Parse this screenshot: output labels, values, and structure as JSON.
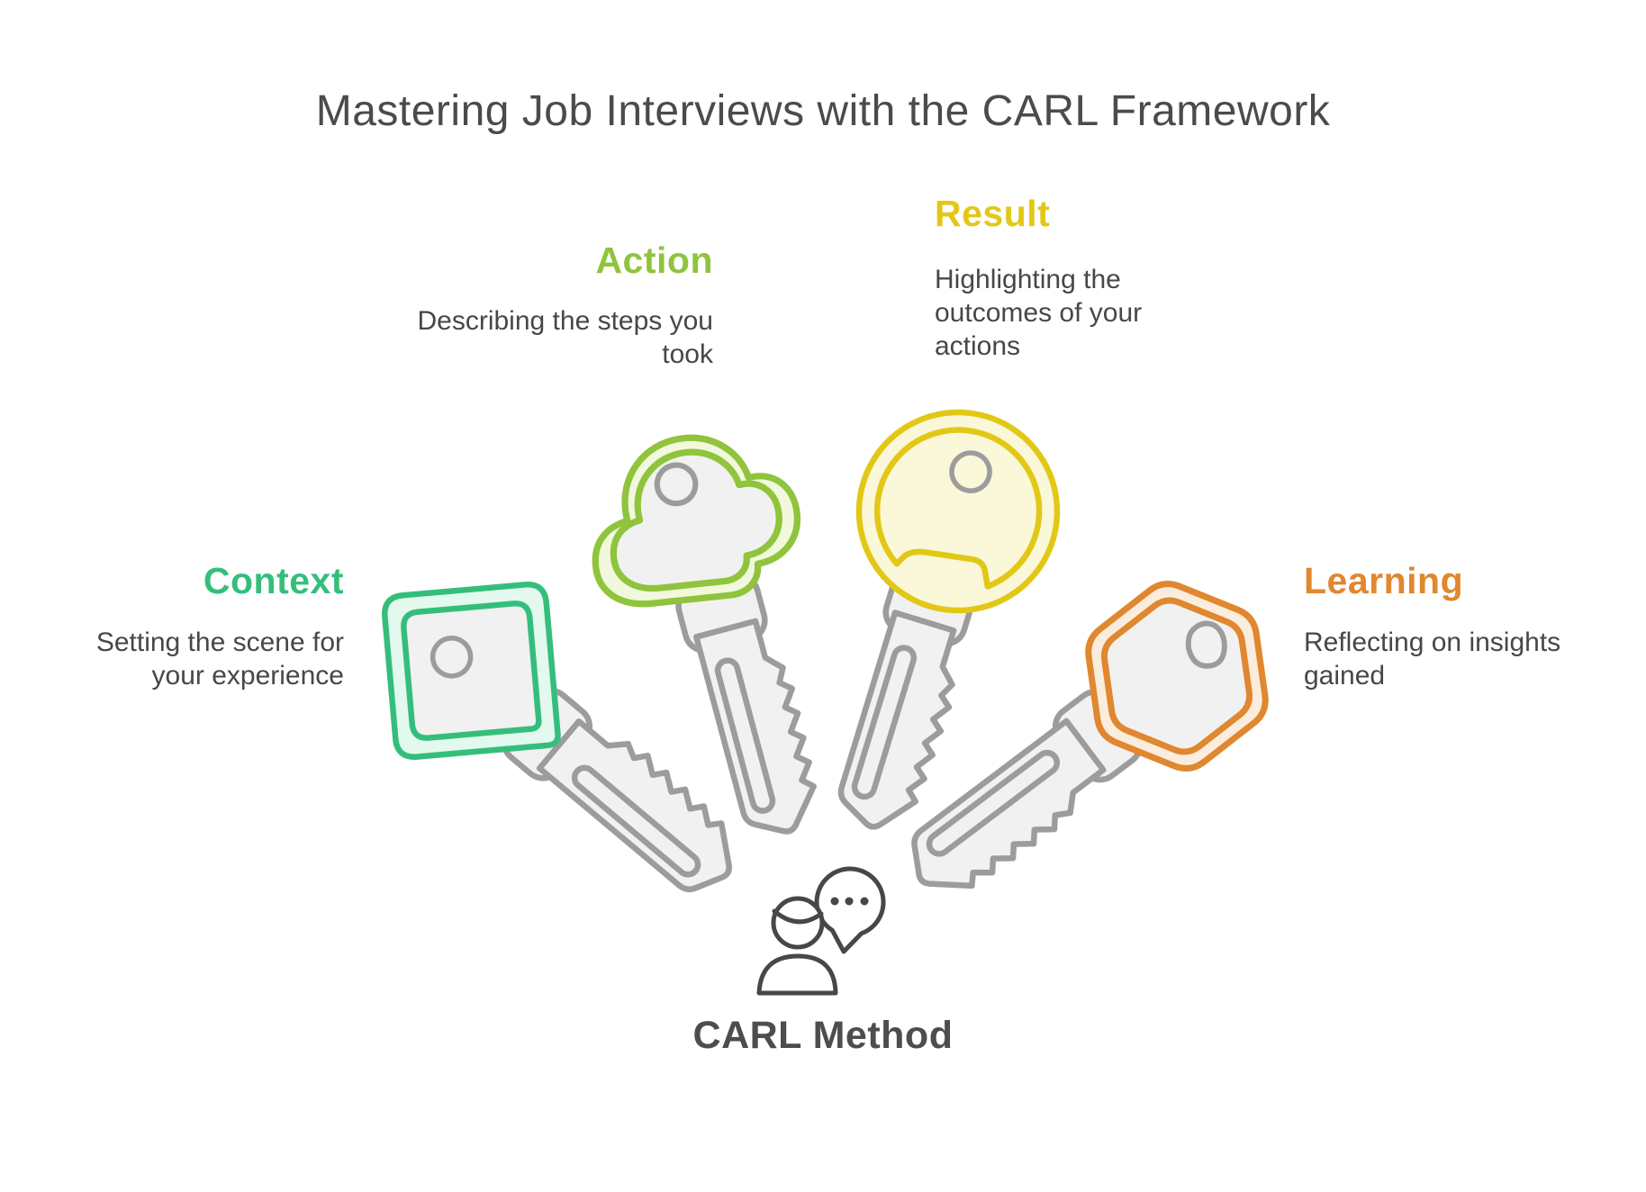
{
  "title": "Mastering Job Interviews with the CARL Framework",
  "center": {
    "label": "CARL Method"
  },
  "colors": {
    "background": "#FFFFFF",
    "title_text": "#4B4B4B",
    "body_text": "#474747",
    "metal_stroke": "#9C9C9C",
    "metal_fill": "#F1F1F1",
    "person_stroke": "#474747"
  },
  "steps": [
    {
      "id": "context",
      "label": "Context",
      "description_lines": [
        "Setting the scene for",
        "your experience"
      ],
      "color": "#35BE7B",
      "band_fill": "#E3F9EE"
    },
    {
      "id": "action",
      "label": "Action",
      "description_lines": [
        "Describing the steps you",
        "took"
      ],
      "color": "#8FC43C",
      "band_fill": "#F1F8DC"
    },
    {
      "id": "result",
      "label": "Result",
      "description_lines": [
        "Highlighting the",
        "outcomes of your",
        "actions"
      ],
      "color": "#E2C816",
      "band_fill": "#FBF7D9"
    },
    {
      "id": "learning",
      "label": "Learning",
      "description_lines": [
        "Reflecting on insights",
        "gained"
      ],
      "color": "#E0872F",
      "band_fill": "#FBEDDD"
    }
  ]
}
